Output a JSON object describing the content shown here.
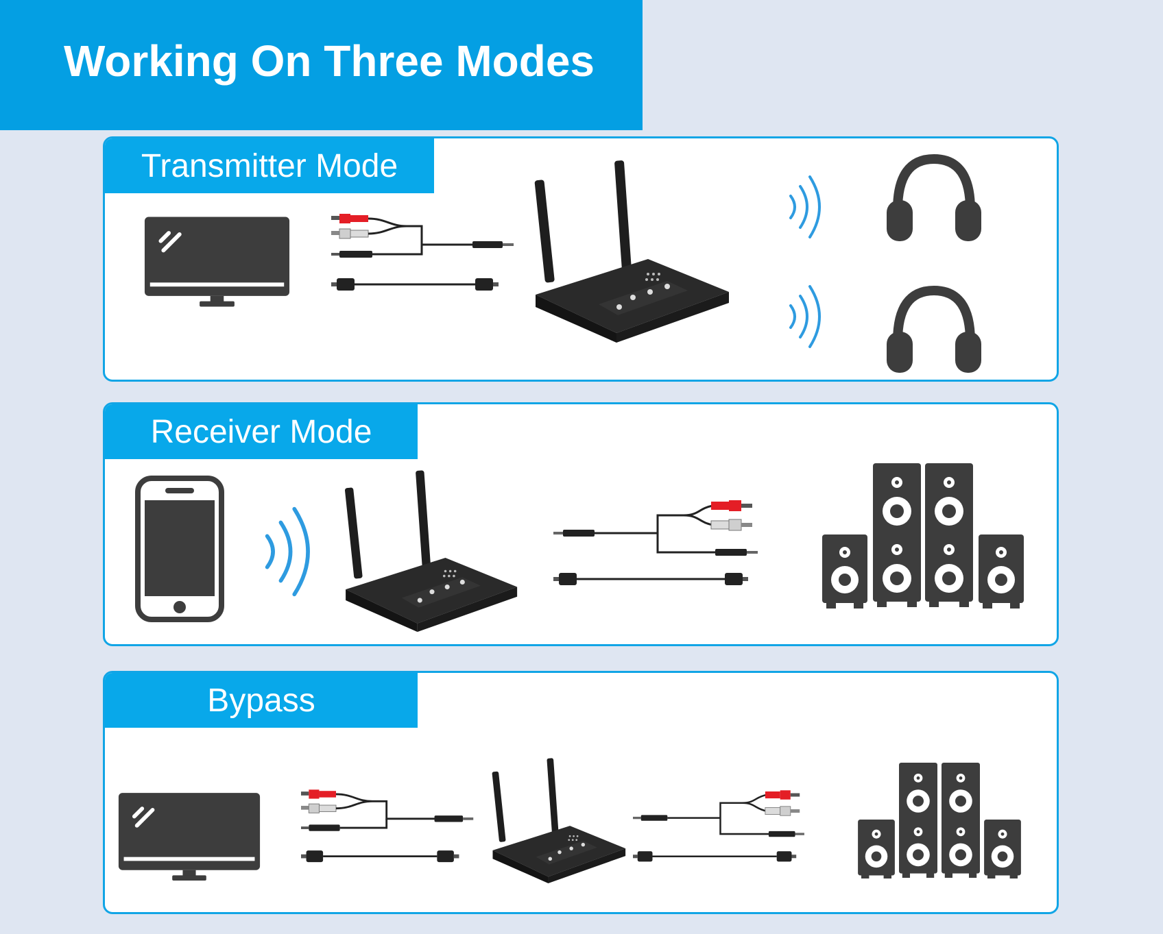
{
  "title": "Working On Three Modes",
  "colors": {
    "accent_blue": "#049fe3",
    "panel_border": "#11a5e6",
    "device_dark": "#3d3d3d",
    "rca_red": "#e41e26",
    "background": "#dfe6f2"
  },
  "modes": [
    {
      "label": "Transmitter Mode",
      "icons": [
        "tv-icon",
        "audio-cable-icon",
        "bluetooth-device-icon",
        "wireless-signal-icon",
        "headphones-icon"
      ]
    },
    {
      "label": "Receiver Mode",
      "icons": [
        "smartphone-icon",
        "wireless-signal-icon",
        "bluetooth-device-icon",
        "audio-cable-icon",
        "speakers-icon"
      ]
    },
    {
      "label": "Bypass",
      "icons": [
        "tv-icon",
        "audio-cable-icon",
        "bluetooth-device-icon",
        "audio-cable-icon",
        "speakers-icon"
      ]
    }
  ]
}
